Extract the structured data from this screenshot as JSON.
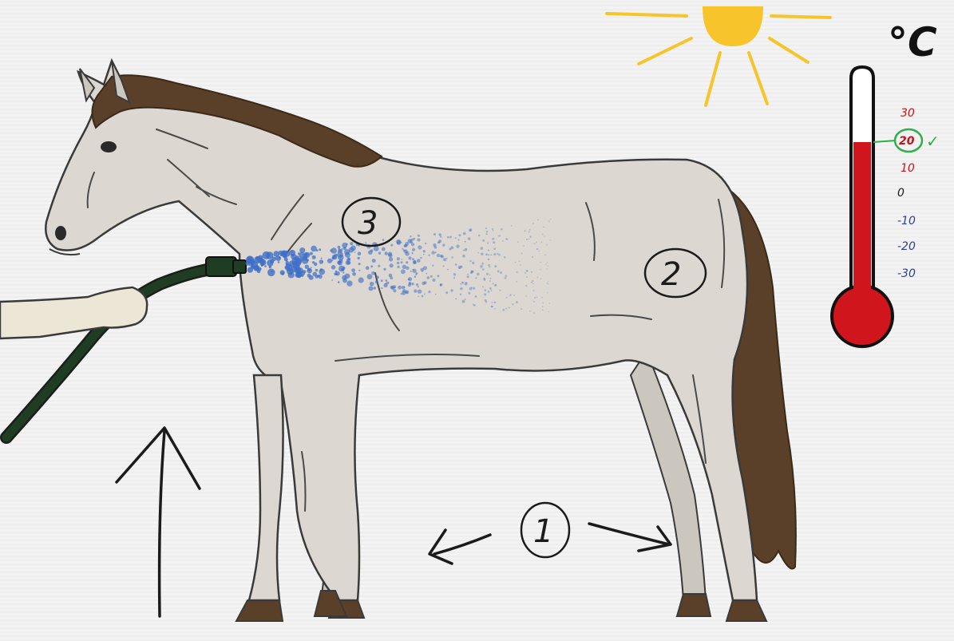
{
  "unit_label": "°C",
  "steps": {
    "legs": "1",
    "hindquarters": "2",
    "body": "3"
  },
  "thermometer": {
    "ticks": [
      "30",
      "20",
      "10",
      "0",
      "-10",
      "-20",
      "-30"
    ],
    "highlighted": "20",
    "check": "✓",
    "level": 20
  },
  "colors": {
    "coat": "#dcd8d1",
    "mane": "#5a4029",
    "outline": "#3a3a3a",
    "hose": "#1f3d22",
    "water": "#3f6fc7",
    "mercury": "#d0161c",
    "sun": "#f7c52b",
    "ticks_positive": "#c0151c",
    "ticks_zero": "#1b1b1b",
    "ticks_negative": "#2a3f9a",
    "highlight": "#2fae4a"
  },
  "icons": [
    "sun-icon",
    "thermometer-icon",
    "up-arrow-icon",
    "left-arrow-icon",
    "right-arrow-icon",
    "hose-icon",
    "hand-icon",
    "water-spray-icon",
    "horse-illustration"
  ]
}
